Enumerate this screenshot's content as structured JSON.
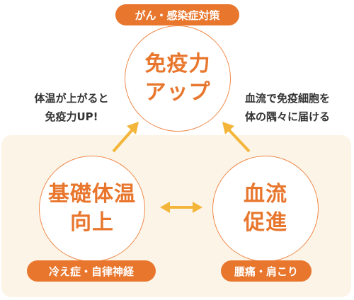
{
  "top_node": {
    "label": "免疫力\nアップ",
    "tag": "がん・感染症対策"
  },
  "left_node": {
    "label": "基礎体温\n向上",
    "tag": "冷え症・自律神経"
  },
  "right_node": {
    "label": "血流\n促進",
    "tag": "腰痛・肩こり"
  },
  "caption_left": "体温が上がると\n免疫力UP!",
  "caption_right": "血流で免疫細胞を\n体の隅々に届ける",
  "colors": {
    "accent": "#e8762d",
    "arrow": "#f3b63b",
    "panel": "#fdf4e8",
    "circle_border": "#ef8a4a"
  }
}
